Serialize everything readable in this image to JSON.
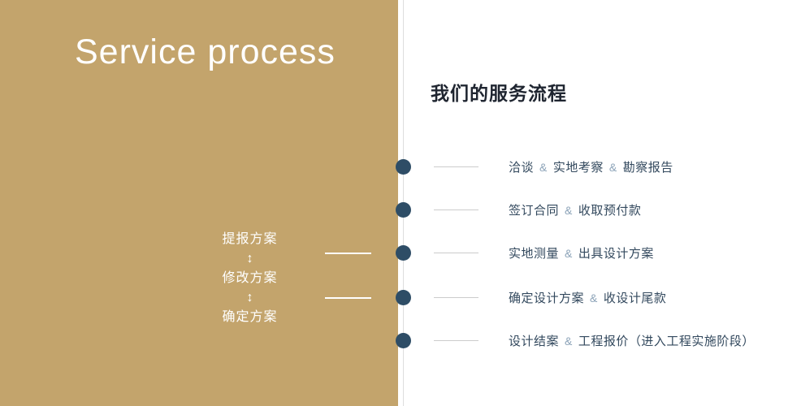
{
  "colors": {
    "panel_bg": "#c3a46c",
    "dot": "#2e4d66",
    "line_gray": "#cccccc",
    "step_text": "#33495e",
    "amp": "#8ca3b8",
    "heading": "#1f2530",
    "white": "#ffffff"
  },
  "left": {
    "title": "Service process",
    "arrow_glyph": "↕",
    "loop_items": [
      "提报方案",
      "修改方案",
      "确定方案"
    ]
  },
  "right": {
    "heading": "我们的服务流程",
    "amp": "&",
    "steps": [
      {
        "parts": [
          "洽谈",
          "实地考察",
          "勘察报告"
        ]
      },
      {
        "parts": [
          "签订合同",
          "收取预付款"
        ]
      },
      {
        "parts": [
          "实地测量",
          "出具设计方案"
        ]
      },
      {
        "parts": [
          "确定设计方案",
          "收设计尾款"
        ]
      },
      {
        "parts": [
          "设计结案",
          "工程报价（进入工程实施阶段）"
        ]
      }
    ]
  }
}
